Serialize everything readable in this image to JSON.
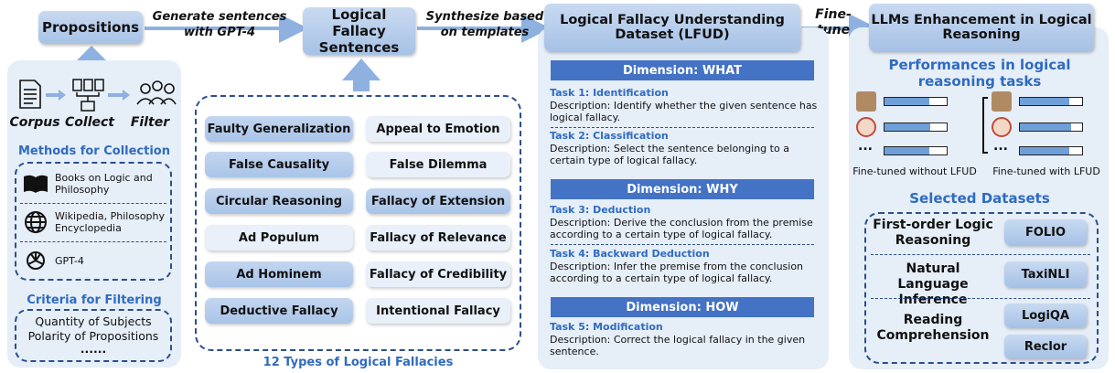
{
  "propositions": "Propositions",
  "edges": {
    "generate": "Generate sentences with GPT-4",
    "synthesize": "Synthesize based on templates",
    "finetune": "Fine-tune"
  },
  "logical_fallacy_sentences": "Logical Fallacy Sentences",
  "pipeline": {
    "corpus": "Corpus",
    "collect": "Collect",
    "filter": "Filter",
    "methods_title": "Methods for Collection",
    "sources": [
      {
        "icon": "book-icon",
        "text": "Books on Logic and Philosophy"
      },
      {
        "icon": "globe-icon",
        "text": "Wikipedia, Philosophy Encyclopedia"
      },
      {
        "icon": "openai-icon",
        "text": "GPT-4"
      }
    ],
    "criteria_title": "Criteria for Filtering",
    "criteria": [
      "Quantity of Subjects",
      "Polarity of Propositions",
      "......"
    ]
  },
  "fallacies": {
    "caption": "12 Types of Logical Fallacies",
    "left": [
      "Faulty Generalization",
      "False Causality",
      "Circular Reasoning",
      "Ad Populum",
      "Ad Hominem",
      "Deductive Fallacy"
    ],
    "right": [
      "Appeal to Emotion",
      "False Dilemma",
      "Fallacy of Extension",
      "Fallacy of Relevance",
      "Fallacy of Credibility",
      "Intentional Fallacy"
    ]
  },
  "lfud": {
    "title": "Logical Fallacy Understanding Dataset (LFUD)",
    "dimensions": [
      {
        "header": "Dimension: WHAT",
        "tasks": [
          {
            "title": "Task 1: Identification",
            "desc": "Description: Identify whether the given sentence has logical fallacy."
          },
          {
            "title": "Task 2: Classification",
            "desc": "Description: Select the sentence belonging to a certain type of logical fallacy."
          }
        ]
      },
      {
        "header": "Dimension: WHY",
        "tasks": [
          {
            "title": "Task 3: Deduction",
            "desc": "Description: Derive the conclusion from the premise according to a certain type of logical fallacy."
          },
          {
            "title": "Task 4: Backward Deduction",
            "desc": "Description: Infer the premise from the conclusion according to a certain type of logical fallacy."
          }
        ]
      },
      {
        "header": "Dimension: HOW",
        "tasks": [
          {
            "title": "Task 5: Modification",
            "desc": "Description: Correct the logical fallacy in the given sentence."
          }
        ]
      }
    ]
  },
  "llm": {
    "title": "LLMs Enhancement in Logical Reasoning",
    "perf_title": "Performances in logical reasoning tasks",
    "ellipsis": "...",
    "without_label": "Fine-tuned without LFUD",
    "with_label": "Fine-tuned with LFUD",
    "without_levels": [
      0.72,
      0.74,
      0.72
    ],
    "with_levels": [
      0.8,
      0.82,
      0.8
    ],
    "selected_title": "Selected Datasets",
    "datasets": [
      {
        "category": "First-order Logic Reasoning",
        "names": [
          "FOLIO"
        ]
      },
      {
        "category": "Natural Language Inference",
        "names": [
          "TaxiNLI"
        ]
      },
      {
        "category": "Reading Comprehension",
        "names": [
          "LogiQA",
          "Reclor"
        ]
      }
    ]
  },
  "colors": {
    "accent": "#2f6bc0",
    "header": "#4472c4",
    "panel": "#e6eef8",
    "arrow": "#8eb1e0"
  }
}
